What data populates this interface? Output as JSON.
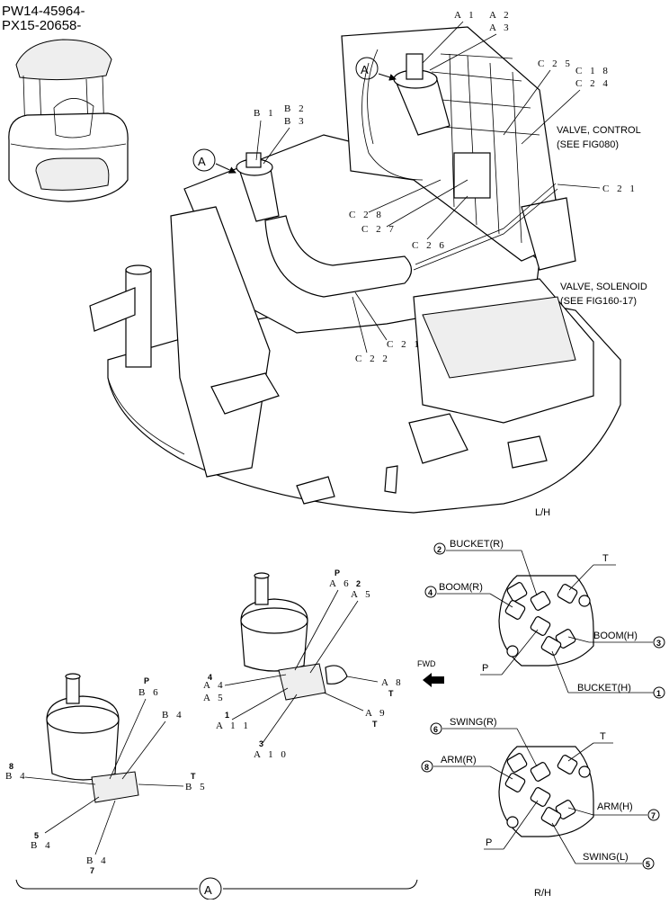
{
  "header": {
    "line1": "PW14-45964-",
    "line2": "PX15-20658-"
  },
  "top": {
    "view_marker": "A",
    "callouts": {
      "A1": "A 1",
      "A2": "A 2",
      "A3": "A 3",
      "B1": "B 1",
      "B2": "B 2",
      "B3": "B 3",
      "C25": "C 2 5",
      "C18": "C 1 8",
      "C24": "C 2 4",
      "C21a": "C 2 1",
      "C28": "C 2 8",
      "C27": "C 2 7",
      "C26": "C 2 6",
      "C21b": "C 2 1",
      "C22": "C 2 2"
    },
    "valve_control": {
      "line1": "VALVE, CONTROL",
      "line2": "(SEE FIG080)"
    },
    "valve_solenoid": {
      "line1": "VALVE, SOLENOID",
      "line2": "(SEE FIG160-17)"
    },
    "side": "L/H"
  },
  "right_valve": {
    "callouts": {
      "P": "P",
      "A6": "A 6",
      "n2": "2",
      "A5": "A 5",
      "n4": "4",
      "A4": "A 4",
      "A4b": "A 5",
      "A8": "A 8",
      "T": "T",
      "A9": "A 9",
      "T2": "T",
      "n1": "1",
      "A11": "A 1 1",
      "n3": "3",
      "A10": "A 1 0"
    },
    "fwd": "FWD"
  },
  "left_valve": {
    "callouts": {
      "P": "P",
      "B6": "B 6",
      "B4a": "B 4",
      "n8": "8",
      "B4b": "B 4",
      "T": "T",
      "B5": "B 5",
      "n5": "5",
      "B4c": "B 4",
      "B4d": "B 4",
      "n7": "7"
    },
    "view_marker": "A"
  },
  "port_top": {
    "bucket_r": "BUCKET(R)",
    "bucket_r_num": "2",
    "boom_r": "BOOM(R)",
    "boom_r_num": "4",
    "t": "T",
    "boom_h": "BOOM(H)",
    "boom_h_num": "3",
    "p": "P",
    "bucket_h": "BUCKET(H)",
    "bucket_h_num": "1"
  },
  "port_bottom": {
    "swing_r": "SWING(R)",
    "swing_r_num": "6",
    "arm_r": "ARM(R)",
    "arm_r_num": "8",
    "t": "T",
    "arm_h": "ARM(H)",
    "arm_h_num": "7",
    "p": "P",
    "swing_l": "SWING(L)",
    "swing_l_num": "5",
    "side": "R/H"
  }
}
